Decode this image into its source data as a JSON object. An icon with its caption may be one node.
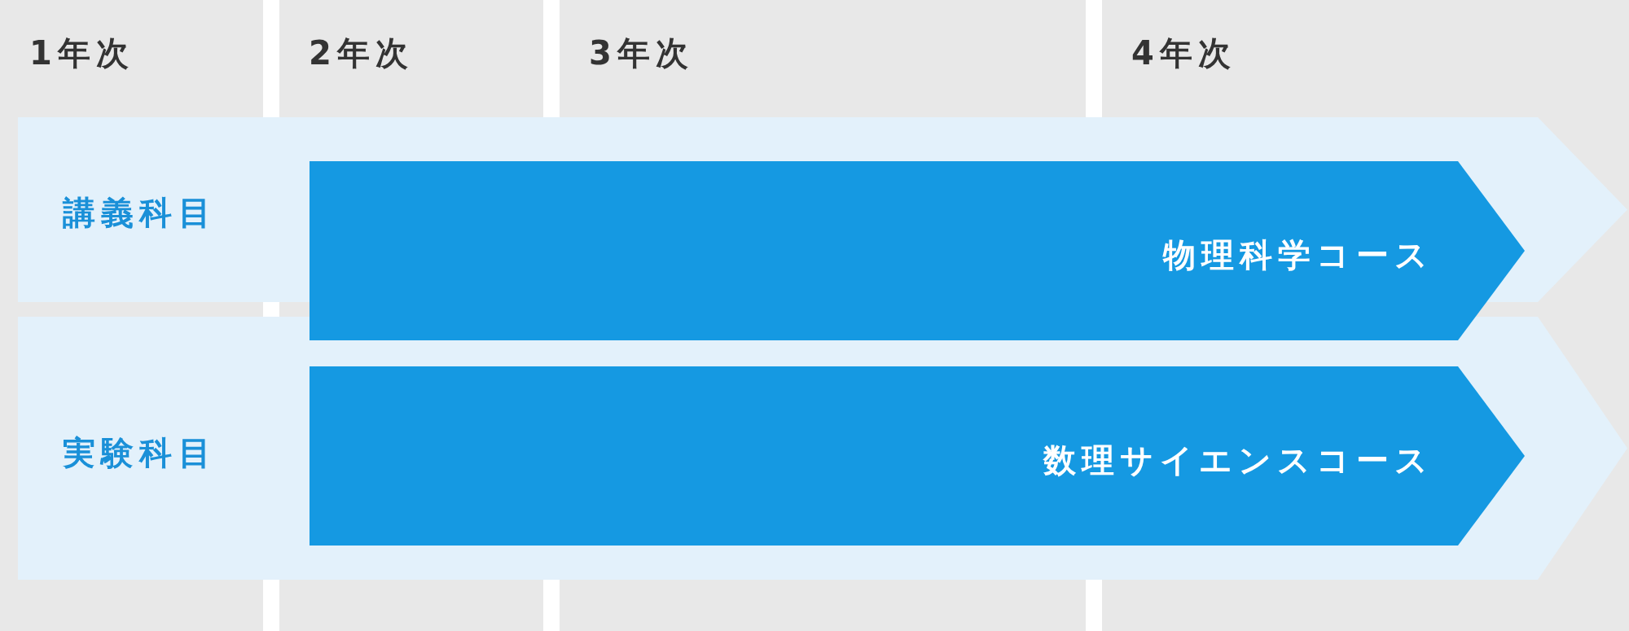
{
  "diagram": {
    "nodes": [
      {
        "text": [
          "1年次"
        ]
      },
      {
        "text": [
          "2年次"
        ]
      },
      {
        "text": [
          "3年次"
        ]
      },
      {
        "text": [
          "4年次"
        ]
      },
      {
        "text": [
          "講義科目"
        ]
      },
      {
        "text": [
          "物理科学コース"
        ]
      },
      {
        "text": [
          "実験科目"
        ]
      },
      {
        "text": [
          "数理サイエンスコース"
        ],
        "in": 6
      }
    ]
  }
}
